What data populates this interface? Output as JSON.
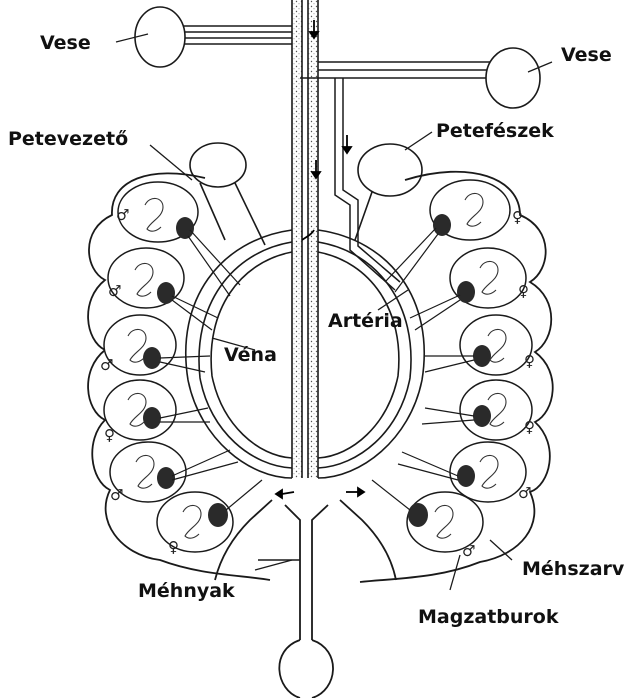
{
  "labels": {
    "vese_left": "Vese",
    "vese_right": "Vese",
    "petevezeto": "Petevezető",
    "petefeszek": "Petefészek",
    "arteria": "Artéria",
    "vena": "Véna",
    "mehnyak": "Méhnyak",
    "mehszarv": "Méhszarv",
    "magzatburok": "Magzatburok"
  },
  "fetus_sex_left": [
    "♂",
    "♂",
    "♂",
    "♀",
    "♂",
    "♀"
  ],
  "fetus_sex_right": [
    "♀",
    "♀",
    "♀",
    "♀",
    "♂",
    "♂"
  ],
  "colors": {
    "line": "#1a1a1a",
    "fill": "#ffffff",
    "placenta": "#2a2a2a"
  }
}
